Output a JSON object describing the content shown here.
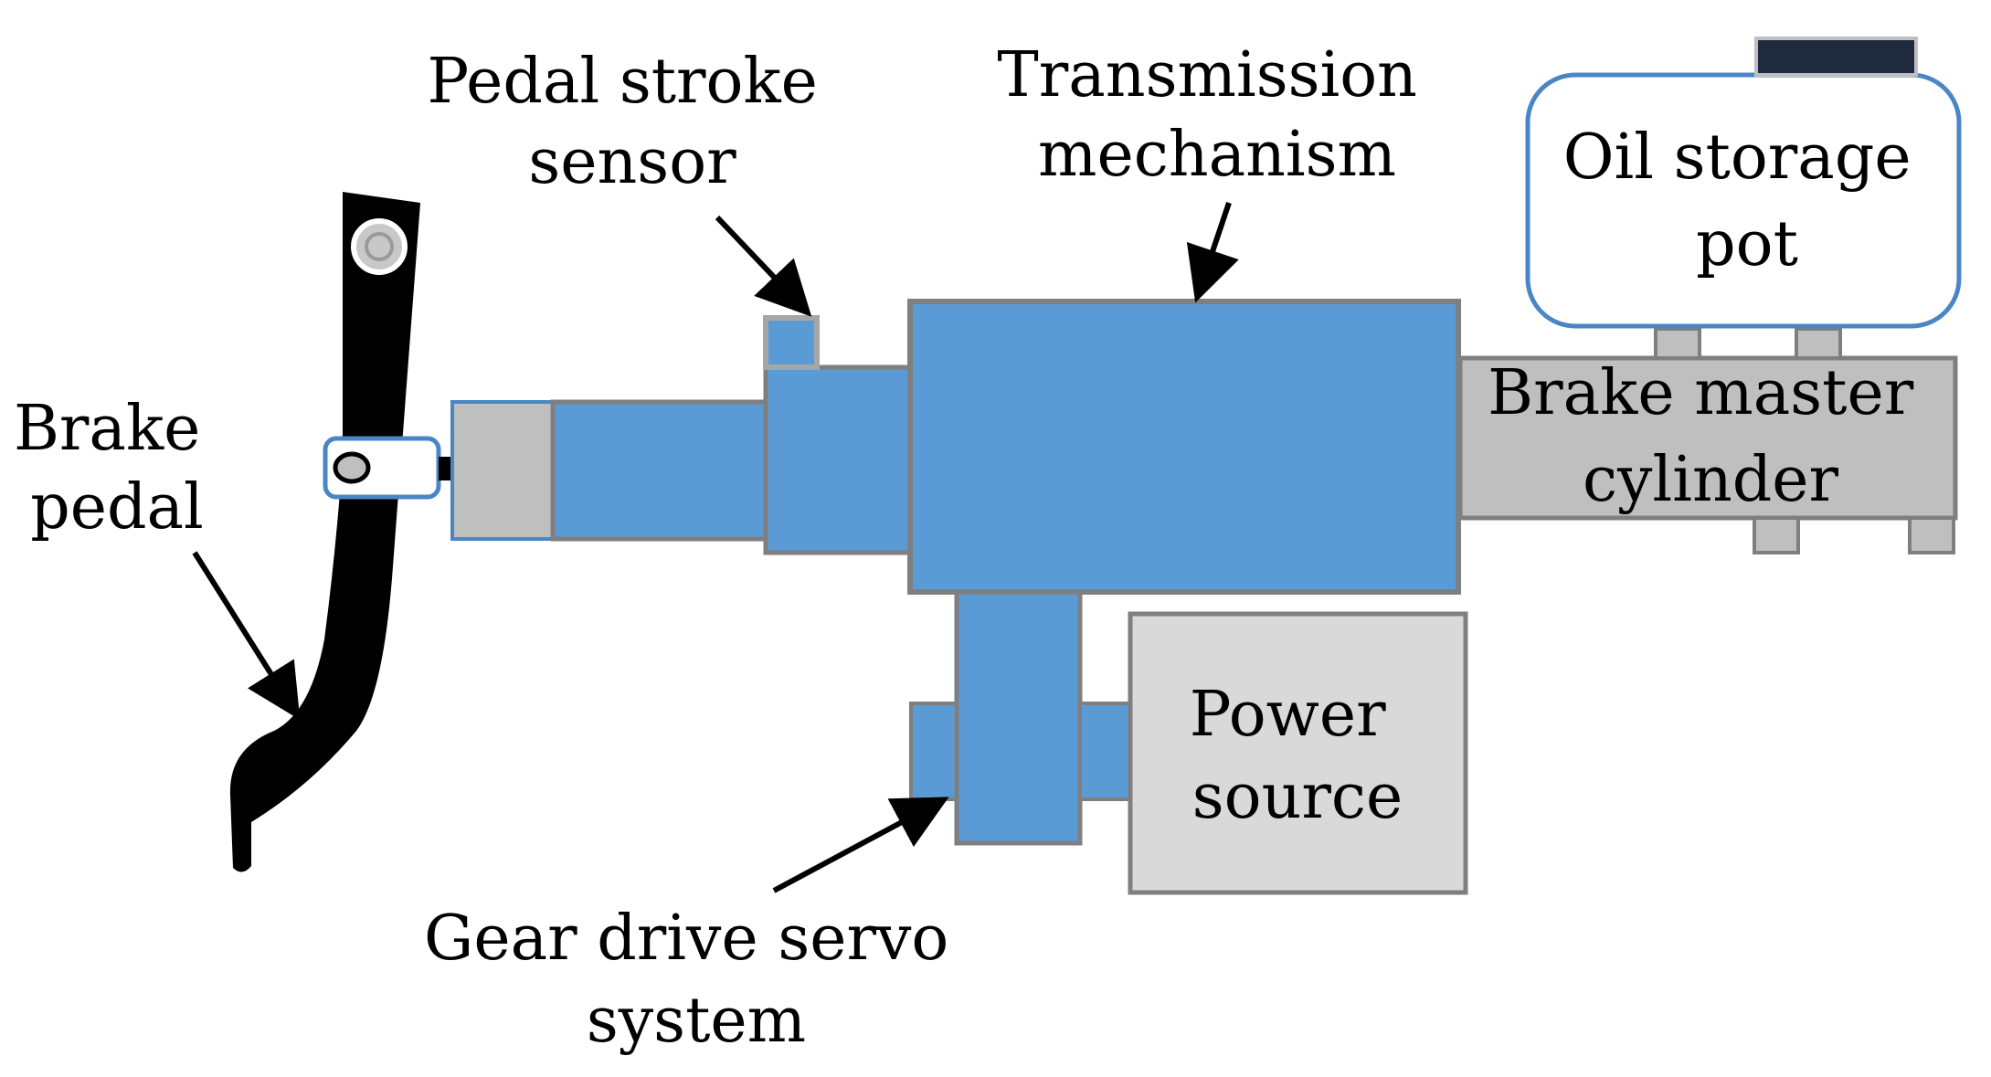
{
  "labels": {
    "brake_pedal": [
      "Brake",
      "pedal"
    ],
    "pedal_stroke_sensor": [
      "Pedal stroke",
      "sensor"
    ],
    "transmission_mechanism": [
      "Transmission",
      "mechanism"
    ],
    "oil_storage_pot": [
      "Oil storage",
      "pot"
    ],
    "brake_master_cylinder": [
      "Brake master",
      "cylinder"
    ],
    "power_source": [
      "Power",
      "source"
    ],
    "gear_drive_servo_system": [
      "Gear drive servo",
      "system"
    ]
  },
  "colors": {
    "blue": "#5b9bd5",
    "gray_dark_border": "#7f7f7f",
    "gray_fill": "#bfbfbf",
    "light_gray_fill": "#d9d9d9",
    "pedal_black": "#000000",
    "oil_pot_border": "#4a86c5"
  }
}
